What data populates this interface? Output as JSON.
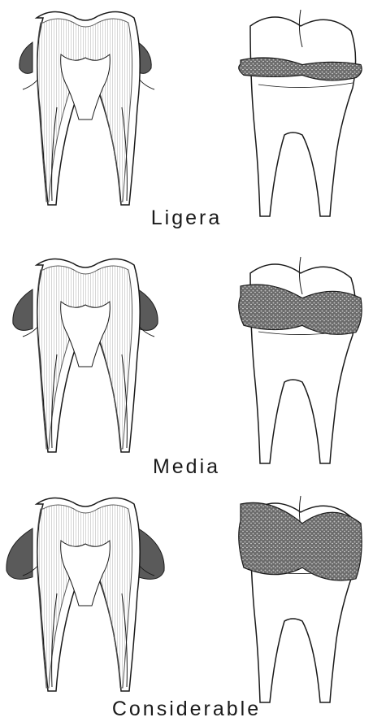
{
  "figure": {
    "panels": [
      {
        "id": "ligera",
        "label": "Ligera",
        "severity": 1
      },
      {
        "id": "media",
        "label": "Media",
        "severity": 2
      },
      {
        "id": "considerable",
        "label": "Considerable",
        "severity": 3
      }
    ],
    "colors": {
      "outline": "#1a1a1a",
      "hatch": "#555555",
      "enamel": "#ffffff",
      "calculus": "#5a5a5a",
      "background": "#ffffff"
    }
  }
}
